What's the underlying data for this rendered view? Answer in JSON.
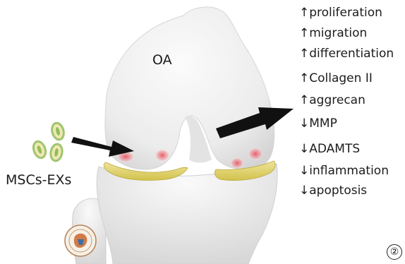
{
  "knee_label": "OA",
  "vesicle_label": "MSCs-EXs",
  "effects": [
    {
      "arrow": "↑",
      "text": "proliferation"
    },
    {
      "arrow": "↑",
      "text": "migration"
    },
    {
      "arrow": "↑",
      "text": "differentiation"
    },
    {
      "arrow": "↑",
      "text": "Collagen II"
    },
    {
      "arrow": "↑",
      "text": "aggrecan"
    },
    {
      "arrow": "↓",
      "text": "MMP"
    },
    {
      "arrow": "↓",
      "text": "ADAMTS"
    },
    {
      "arrow": "↓",
      "text": "inflammation"
    },
    {
      "arrow": "↓",
      "text": "apoptosis"
    }
  ],
  "figure_number": "②",
  "colors": {
    "bone": "#f1f1f1",
    "bone_shade": "#d9d9d9",
    "meniscus": "#e2d66a",
    "lesion": "#ee6f76",
    "arrow": "#111111",
    "exosome_green": "#9fc56e",
    "exosome_yellow": "#efe7b4"
  },
  "icons": [
    "arrow-up",
    "arrow-down",
    "seal-logo",
    "exosome"
  ]
}
